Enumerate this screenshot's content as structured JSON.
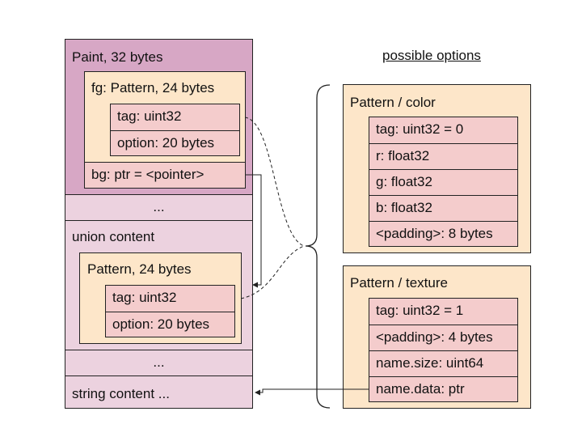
{
  "left_column": {
    "paint": {
      "title": "Paint, 32 bytes",
      "fg": {
        "title": "fg: Pattern, 24 bytes",
        "fields": [
          "tag: uint32",
          "option: 20 bytes"
        ]
      },
      "bg": "bg: ptr = <pointer>"
    },
    "ellipsis_1": "...",
    "union": {
      "title": "union content",
      "pattern": {
        "title": "Pattern, 24 bytes",
        "fields": [
          "tag: uint32",
          "option: 20 bytes"
        ]
      }
    },
    "ellipsis_2": "...",
    "string_content": "string content ..."
  },
  "options": {
    "heading": "possible options",
    "color": {
      "title": "Pattern / color",
      "fields": [
        "tag: uint32 = 0",
        "r: float32",
        "g: float32",
        "b: float32",
        "<padding>: 8 bytes"
      ]
    },
    "texture": {
      "title": "Pattern / texture",
      "fields": [
        "tag: uint32 = 1",
        "<padding>: 4 bytes",
        "name.size: uint64",
        "name.data: ptr"
      ]
    }
  },
  "colors": {
    "paint_bg": "#d7a7c5",
    "pattern_bg": "#fde6c9",
    "field_bg": "#f4cccc",
    "memory_bg": "#ecd2df"
  }
}
